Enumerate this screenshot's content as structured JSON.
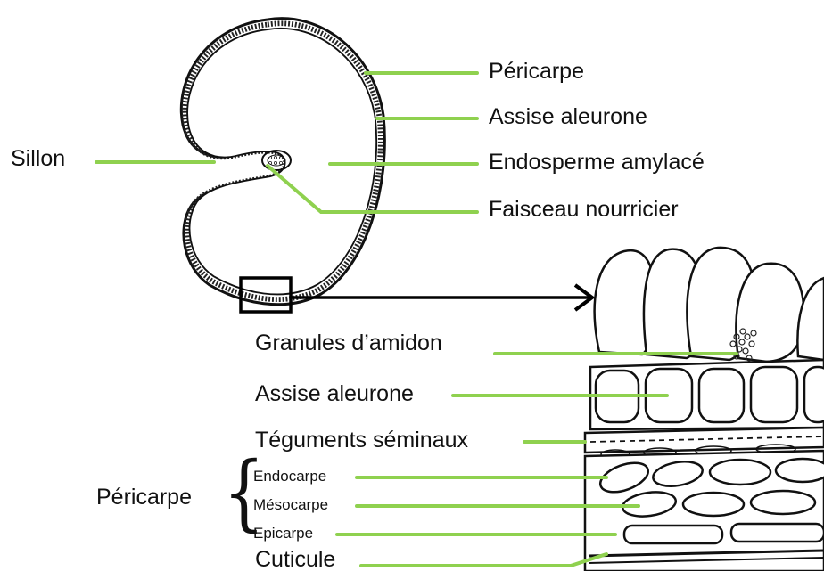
{
  "colors": {
    "leader": "#8fd14f",
    "ink": "#111111",
    "arrow": "#000000"
  },
  "grain_labels": {
    "pericarpe": "Péricarpe",
    "assise_aleurone": "Assise aleurone",
    "endosperme": "Endosperme amylacé",
    "faisceau": "Faisceau nourricier",
    "sillon": "Sillon"
  },
  "detail_labels": {
    "granules": "Granules d’amidon",
    "assise_aleurone": "Assise aleurone",
    "teguments": "Téguments séminaux",
    "pericarpe_group": "Péricarpe",
    "endocarpe": "Endocarpe",
    "mesocarpe": "Mésocarpe",
    "epicarpe": "Epicarpe",
    "cuticule": "Cuticule"
  }
}
